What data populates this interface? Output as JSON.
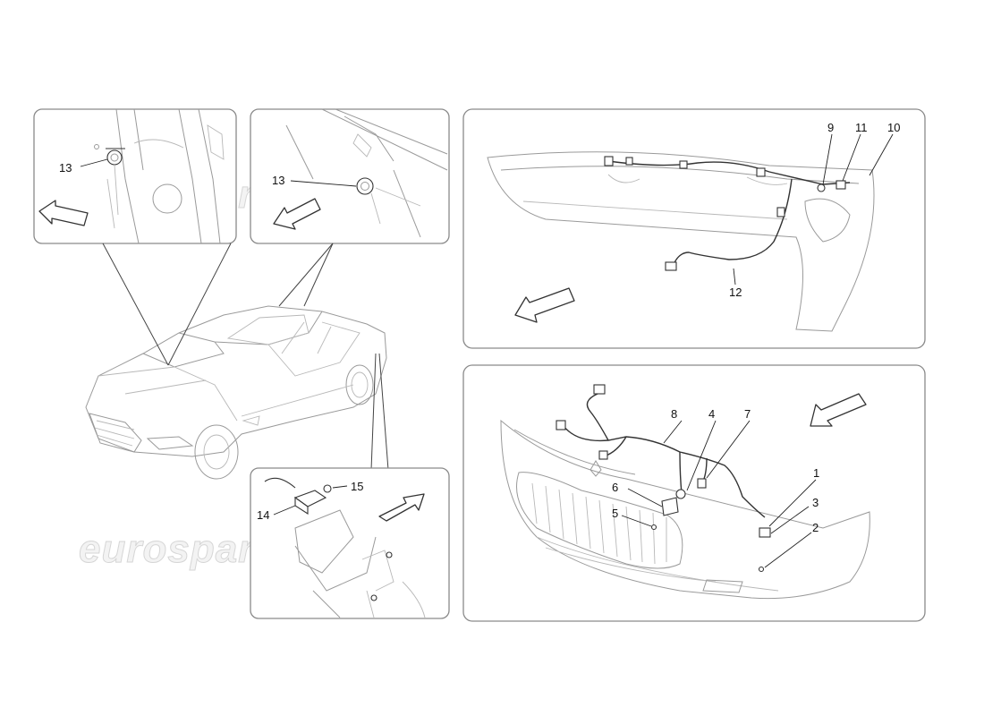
{
  "watermark": "eurospares",
  "callouts": {
    "c1": "1",
    "c2": "2",
    "c3": "3",
    "c4": "4",
    "c5": "5",
    "c6": "6",
    "c7": "7",
    "c8": "8",
    "c9": "9",
    "c10": "10",
    "c11": "11",
    "c12": "12",
    "c13a": "13",
    "c13b": "13",
    "c14": "14",
    "c15": "15"
  }
}
